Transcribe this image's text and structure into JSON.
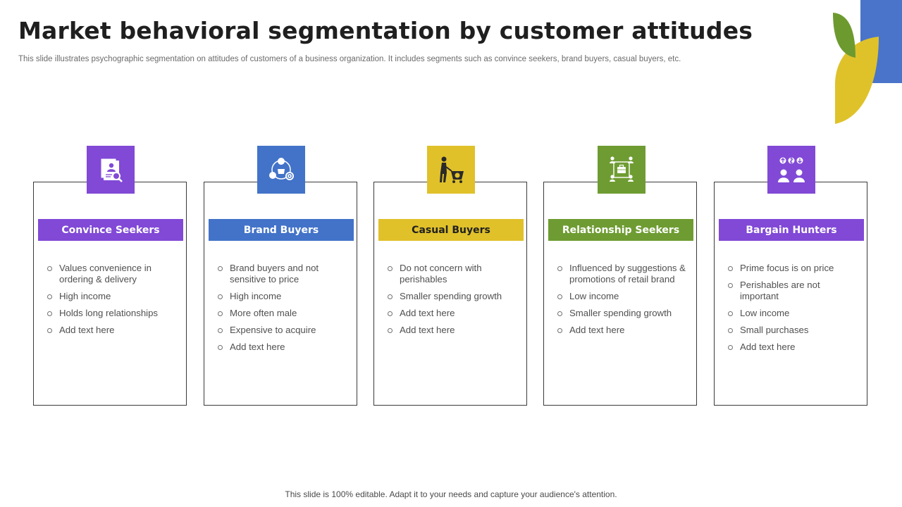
{
  "slide": {
    "title": "Market behavioral segmentation by customer attitudes",
    "subtitle": "This slide illustrates psychographic segmentation on attitudes of customers of a business organization. It includes segments such as convince seekers, brand buyers, casual buyers, etc.",
    "footer": "This slide is 100% editable. Adapt it to your needs and capture your audience's attention."
  },
  "colors": {
    "purple": "#8149d6",
    "blue": "#4273c8",
    "yellow": "#e0c12a",
    "green": "#6e9c32",
    "leaf_green": "#6d9a2f",
    "leaf_yellow": "#dfc22a",
    "corner_blue": "#4a74c9"
  },
  "segments": [
    {
      "name": "Convince Seekers",
      "icon": "profile-document-search-icon",
      "color": "#8149d6",
      "text_color": "#ffffff",
      "bullets": [
        "Values convenience in ordering & delivery",
        "High income",
        "Holds long relationships",
        "Add text here"
      ]
    },
    {
      "name": "Brand Buyers",
      "icon": "brand-network-target-icon",
      "color": "#4273c8",
      "text_color": "#ffffff",
      "bullets": [
        "Brand buyers and not sensitive to price",
        "High income",
        "More often male",
        "Expensive to acquire",
        "Add text here"
      ]
    },
    {
      "name": "Casual Buyers",
      "icon": "shopper-cart-icon",
      "color": "#e0c12a",
      "text_color": "#1f1f1f",
      "bullets": [
        "Do not concern with perishables",
        "Smaller spending growth",
        "Add text here",
        "Add text here"
      ]
    },
    {
      "name": "Relationship Seekers",
      "icon": "people-network-briefcase-icon",
      "color": "#6e9c32",
      "text_color": "#ffffff",
      "bullets": [
        "Influenced by suggestions & promotions of retail brand",
        "Low income",
        "Smaller spending growth",
        "Add text here"
      ]
    },
    {
      "name": "Bargain Hunters",
      "icon": "people-price-exchange-icon",
      "color": "#8149d6",
      "text_color": "#ffffff",
      "bullets": [
        "Prime focus is on price",
        "Perishables are not important",
        "Low income",
        "Small purchases",
        "Add text here"
      ]
    }
  ]
}
